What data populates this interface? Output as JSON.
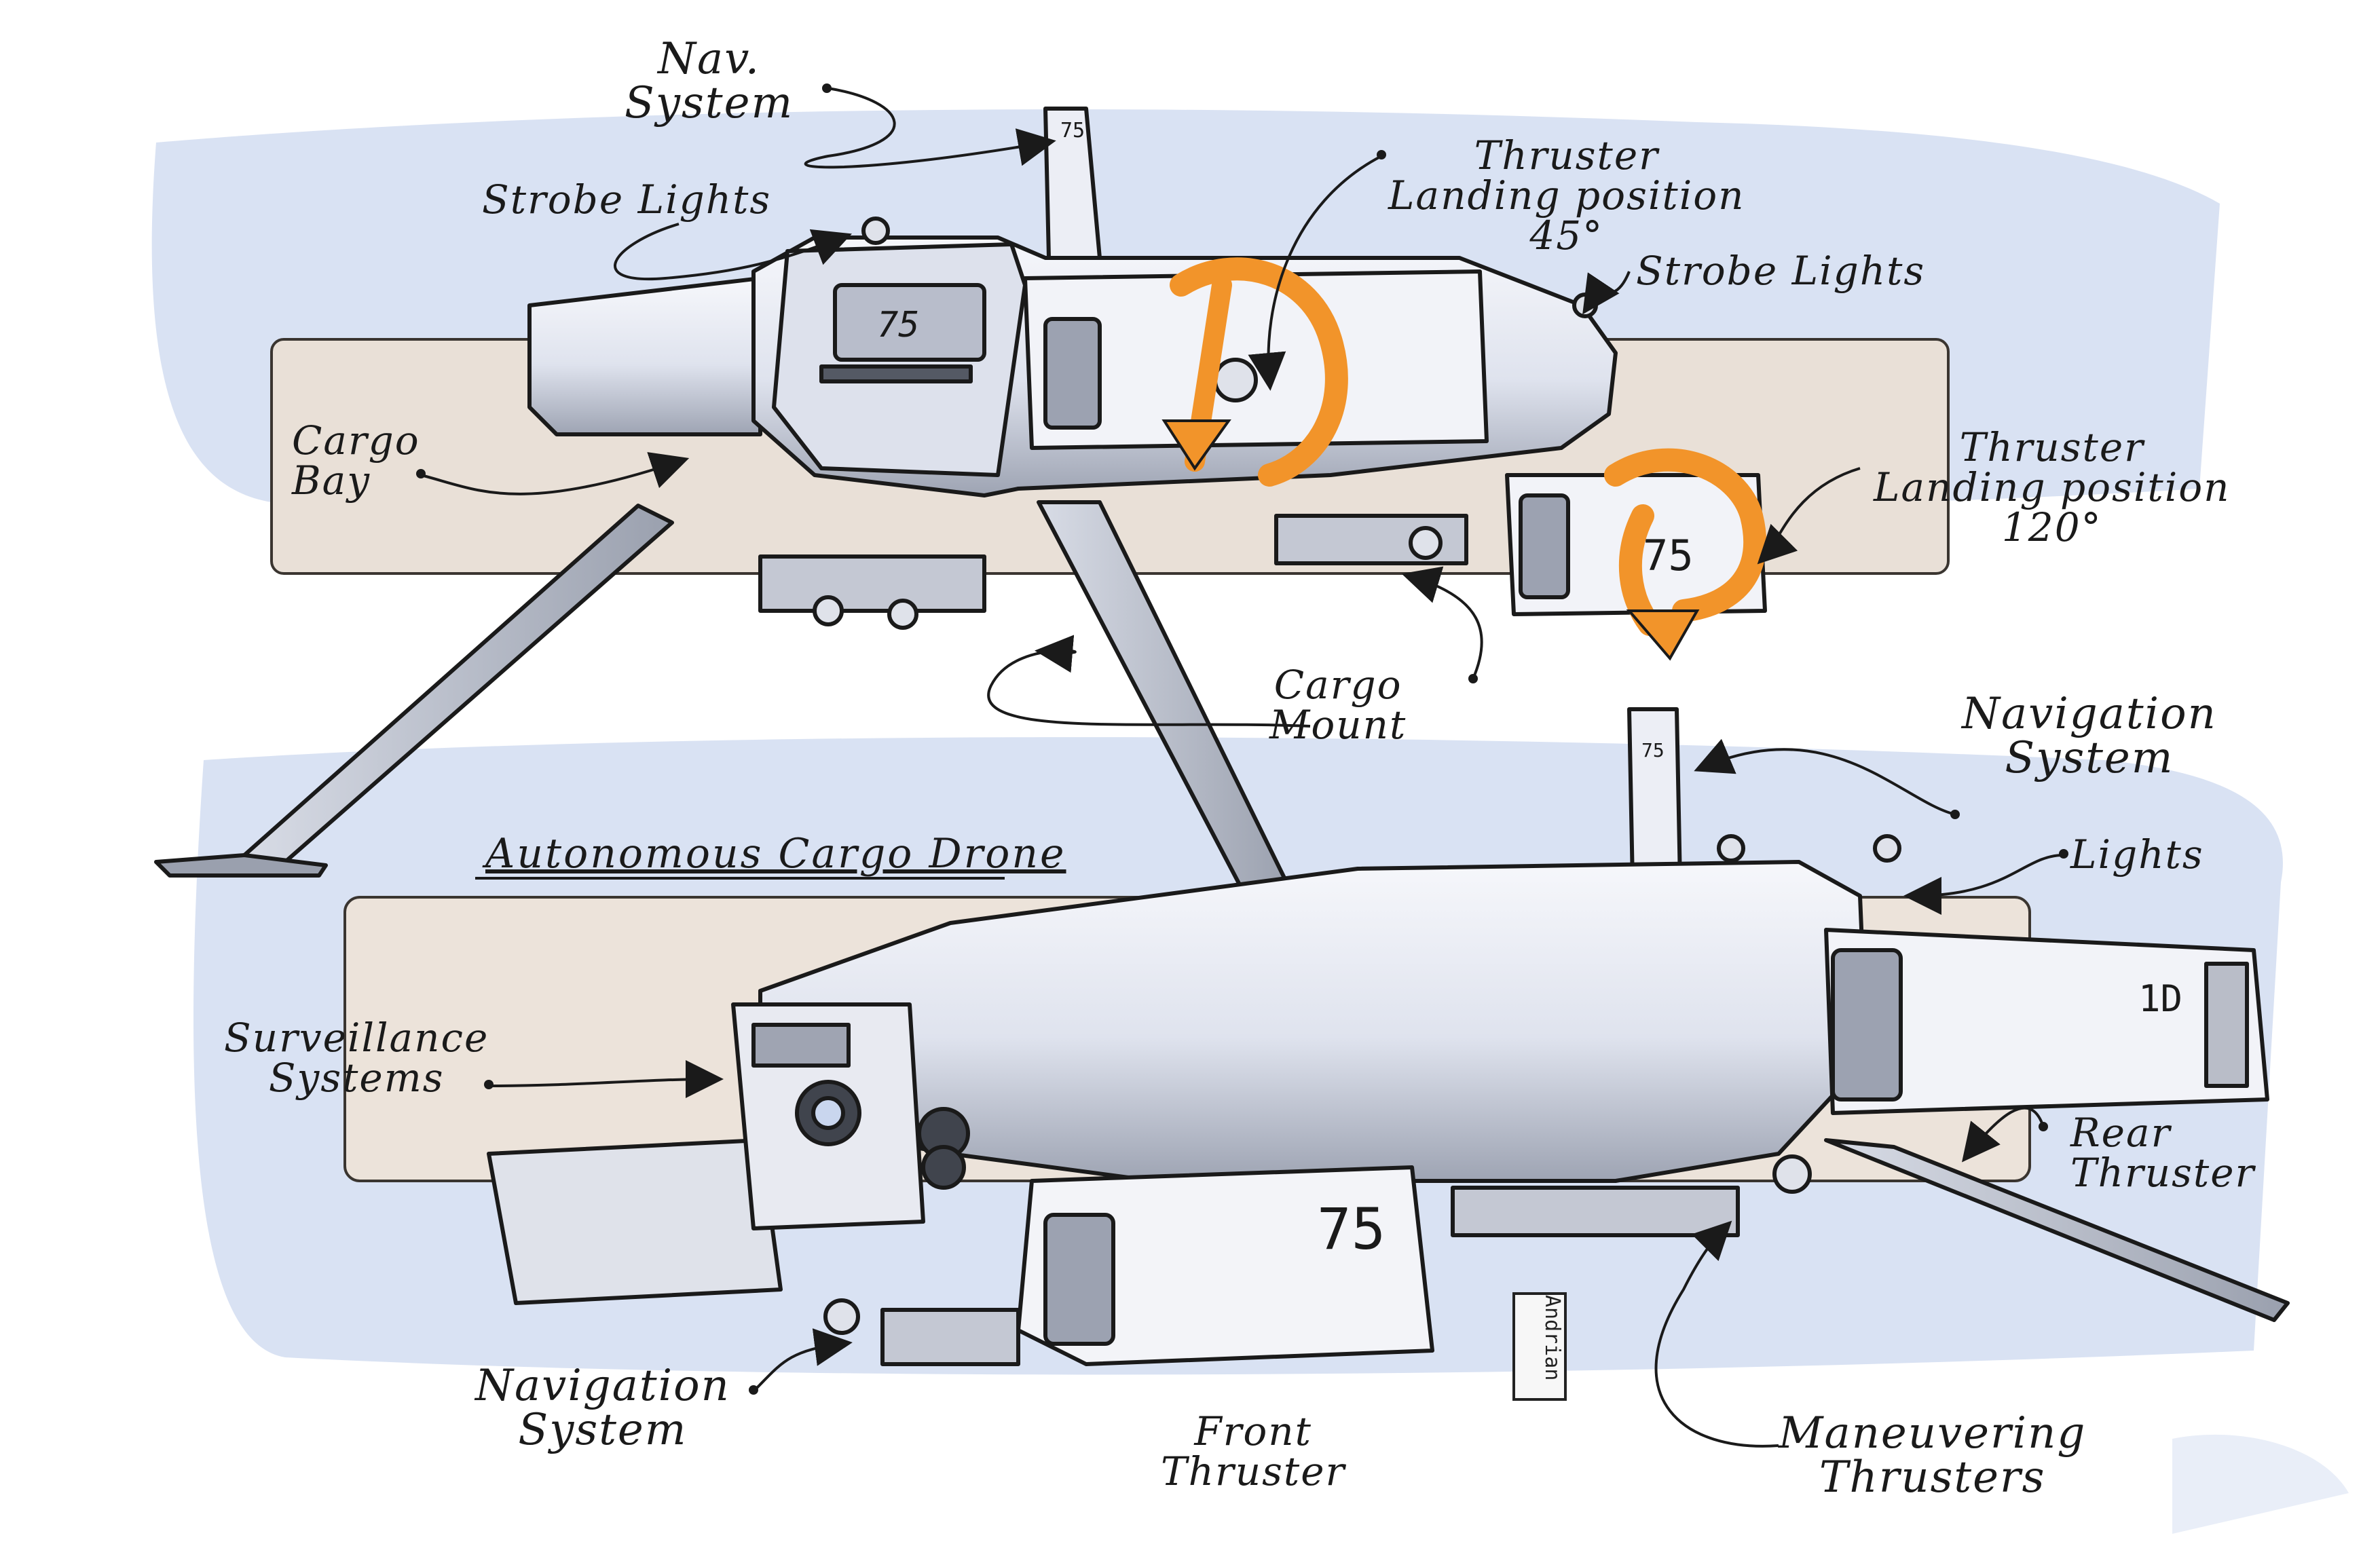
{
  "title": "Autonomous Cargo Drone",
  "signature": "Andrian",
  "hull_number": "75",
  "tail_number": "75",
  "rear_marking": "1D",
  "labels": {
    "nav_system_top": "Nav.\nSystem",
    "strobe_lights_left": "Strobe Lights",
    "thruster_landing_45": "Thruster\nLanding position\n45°",
    "strobe_lights_right": "Strobe Lights",
    "cargo_bay": "Cargo\nBay",
    "thruster_landing_120": "Thruster\nLanding position\n120°",
    "cargo_mount": "Cargo\nMount",
    "navigation_system_right": "Navigation\nSystem",
    "lights": "Lights",
    "surveillance_systems": "Surveillance\nSystems",
    "rear_thruster": "Rear\nThruster",
    "navigation_system_bottom": "Navigation\nSystem",
    "front_thruster": "Front\nThruster",
    "maneuvering_thrusters": "Maneuvering\nThrusters"
  },
  "colors": {
    "ink": "#1a1a1a",
    "hull": "#eef0f6",
    "hull_shadow": "#a9aebc",
    "wash_blue": "#c9d6ee",
    "panel_beige": "#e7ddd3",
    "rotation_arrow": "#f2942a"
  }
}
